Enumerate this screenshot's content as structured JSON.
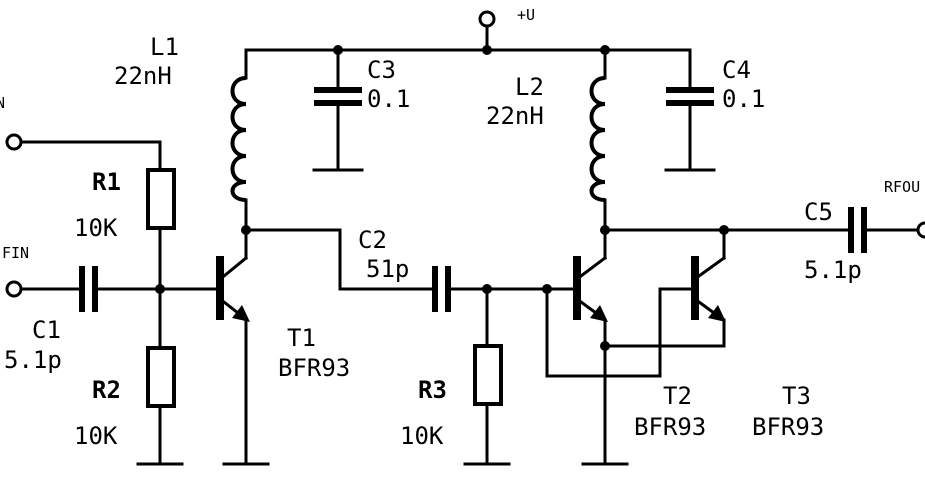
{
  "supply": {
    "label": "+U"
  },
  "inputs": {
    "in_top_label": "N",
    "rfin_label": "FIN",
    "rfout_label": "RFOU"
  },
  "components": {
    "L1": {
      "ref": "L1",
      "value": "22nH"
    },
    "L2": {
      "ref": "L2",
      "value": "22nH"
    },
    "C1": {
      "ref": "C1",
      "value": "5.1p"
    },
    "C2": {
      "ref": "C2",
      "value": "51p"
    },
    "C3": {
      "ref": "C3",
      "value": "0.1"
    },
    "C4": {
      "ref": "C4",
      "value": "0.1"
    },
    "C5": {
      "ref": "C5",
      "value": "5.1p"
    },
    "R1": {
      "ref": "R1",
      "value": "10K"
    },
    "R2": {
      "ref": "R2",
      "value": "10K"
    },
    "R3": {
      "ref": "R3",
      "value": "10K"
    },
    "T1": {
      "ref": "T1",
      "value": "BFR93"
    },
    "T2": {
      "ref": "T2",
      "value": "BFR93"
    },
    "T3": {
      "ref": "T3",
      "value": "BFR93"
    }
  }
}
